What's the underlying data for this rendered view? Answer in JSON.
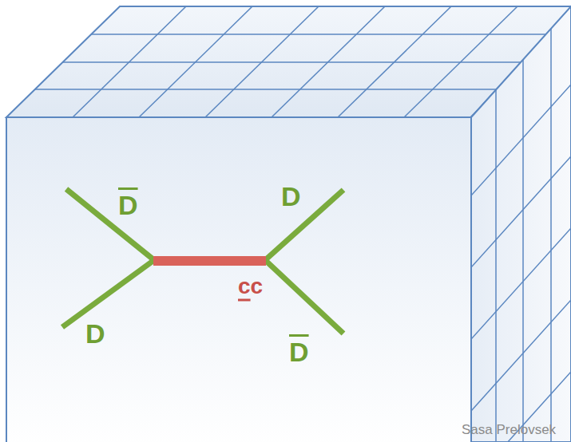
{
  "diagram": {
    "labels": [
      "D",
      "D",
      "D",
      "cc",
      "D",
      "Sasa Prelovsek"
    ]
  }
}
